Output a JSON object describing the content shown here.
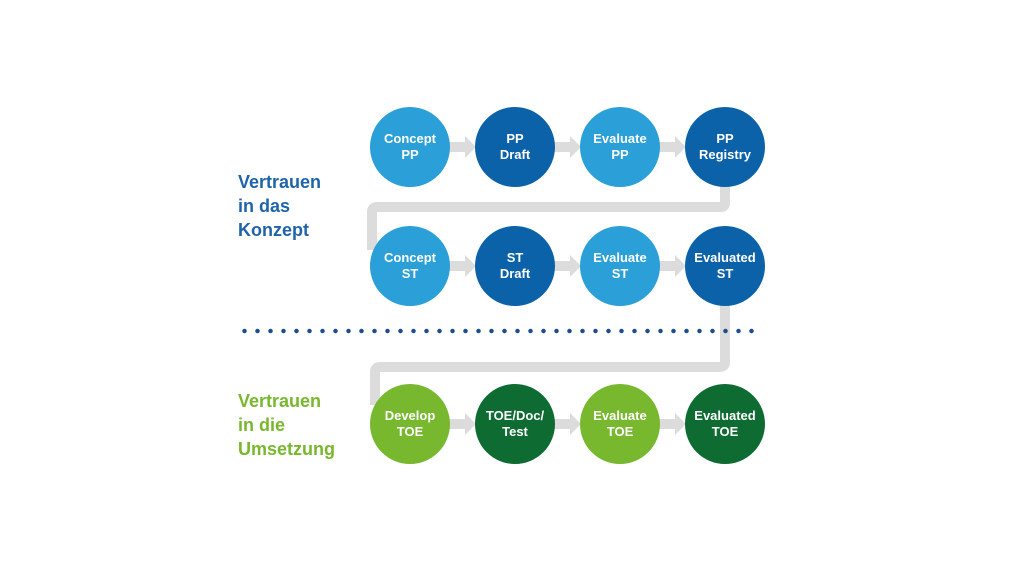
{
  "colors": {
    "light_blue": "#2a9fd8",
    "dark_blue": "#0c62a8",
    "light_green": "#77b82f",
    "dark_green": "#0e6b32",
    "connector": "#dcdcdc",
    "label_blue": "#1f64a8",
    "label_green": "#78b72e"
  },
  "labels": {
    "concept": [
      "Vertrauen",
      "in das",
      "Konzept"
    ],
    "implementation": [
      "Vertrauen",
      "in die",
      "Umsetzung"
    ]
  },
  "rows": [
    {
      "nodes": [
        {
          "lines": [
            "Concept",
            "PP"
          ],
          "style": "light_blue"
        },
        {
          "lines": [
            "PP",
            "Draft"
          ],
          "style": "dark_blue"
        },
        {
          "lines": [
            "Evaluate",
            "PP"
          ],
          "style": "light_blue"
        },
        {
          "lines": [
            "PP",
            "Registry"
          ],
          "style": "dark_blue"
        }
      ]
    },
    {
      "nodes": [
        {
          "lines": [
            "Concept",
            "ST"
          ],
          "style": "light_blue"
        },
        {
          "lines": [
            "ST",
            "Draft"
          ],
          "style": "dark_blue"
        },
        {
          "lines": [
            "Evaluate",
            "ST"
          ],
          "style": "light_blue"
        },
        {
          "lines": [
            "Evaluated",
            "ST"
          ],
          "style": "dark_blue"
        }
      ]
    },
    {
      "nodes": [
        {
          "lines": [
            "Develop",
            "TOE"
          ],
          "style": "light_green"
        },
        {
          "lines": [
            "TOE/Doc/",
            "Test"
          ],
          "style": "dark_green"
        },
        {
          "lines": [
            "Evaluate",
            "TOE"
          ],
          "style": "light_green"
        },
        {
          "lines": [
            "Evaluated",
            "TOE"
          ],
          "style": "dark_green"
        }
      ]
    }
  ]
}
